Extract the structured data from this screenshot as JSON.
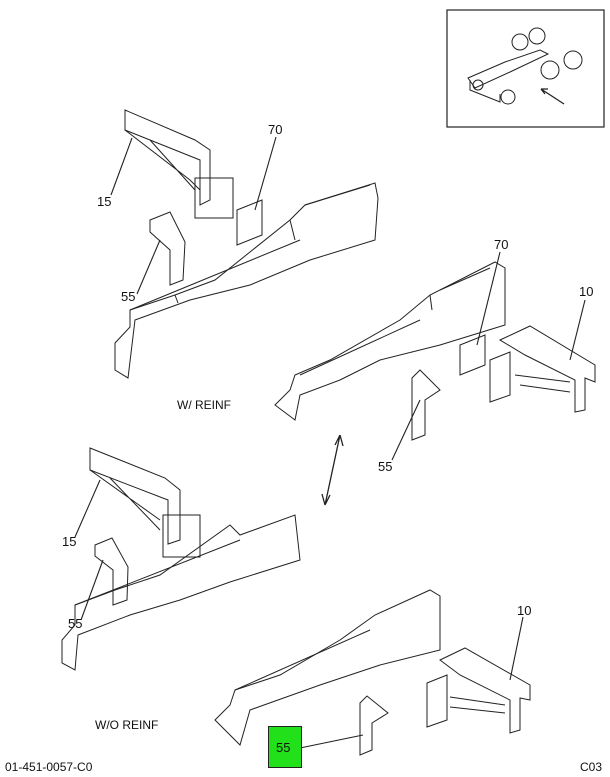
{
  "callouts": {
    "upper_15": "15",
    "upper_70_left": "70",
    "upper_55_left": "55",
    "upper_70_right": "70",
    "upper_10": "10",
    "upper_55_right": "55",
    "lower_15": "15",
    "lower_55_left": "55",
    "lower_10": "10",
    "lower_55_highlighted": "55"
  },
  "captions": {
    "with_reinf": "W/ REINF",
    "without_reinf": "W/O REINF"
  },
  "footer": {
    "drawing_number": "01-451-0057-C0",
    "sheet_code": "C03"
  },
  "colors": {
    "highlight": "#22e01a",
    "line": "#222222"
  }
}
